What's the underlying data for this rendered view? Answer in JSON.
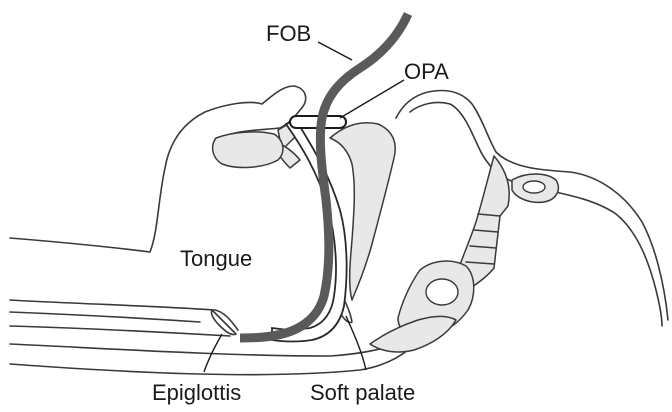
{
  "labels": {
    "fob": "FOB",
    "opa": "OPA",
    "tongue": "Tongue",
    "epiglottis": "Epiglottis",
    "soft_palate": "Soft palate"
  },
  "colors": {
    "scope": "#5a5a5a",
    "outline": "#3a3a3a",
    "bone_fill": "#e8e8e8",
    "text": "#1a1a1a"
  }
}
